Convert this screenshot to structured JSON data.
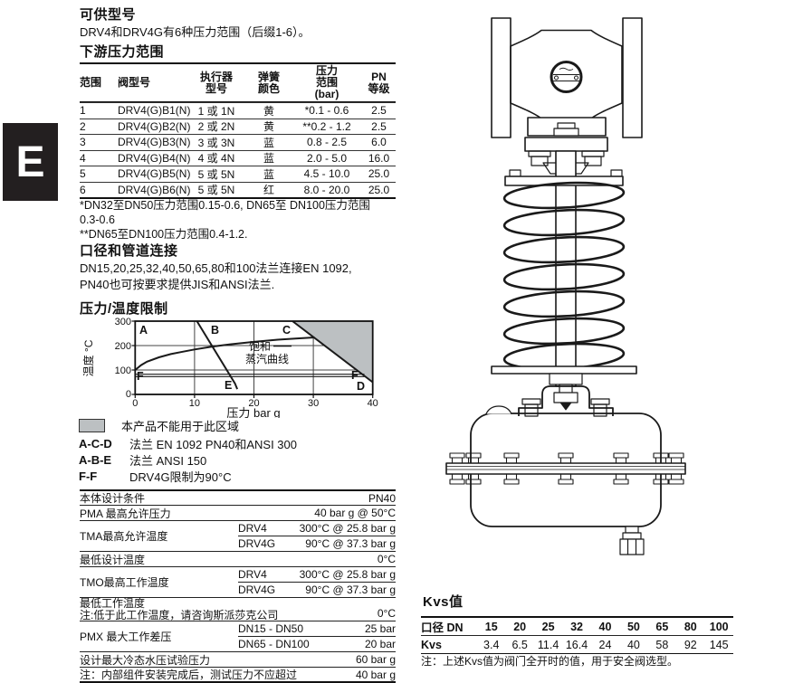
{
  "side_tab": {
    "label": "E"
  },
  "colors": {
    "shaded_gray": "#bcc0c2",
    "tab_bg": "#231f20",
    "line": "#1a1a1a"
  },
  "available_models": {
    "title": "可供型号",
    "body": "DRV4和DRV4G有6种压力范围（后缀1-6）。"
  },
  "downstream_pressure": {
    "title": "下游压力范围",
    "headers": [
      "范围",
      "阀型号",
      "执行器\n型号",
      "弹簧\n颜色",
      "压力\n范围\n(bar)",
      "PN\n等级"
    ],
    "rows": [
      [
        "1",
        "DRV4(G)B1(N)",
        "1 或 1N",
        "黄",
        "*0.1 - 0.6",
        "2.5"
      ],
      [
        "2",
        "DRV4(G)B2(N)",
        "2 或 2N",
        "黄",
        "**0.2 - 1.2",
        "2.5"
      ],
      [
        "3",
        "DRV4(G)B3(N)",
        "3 或 3N",
        "蓝",
        "0.8 - 2.5",
        "6.0"
      ],
      [
        "4",
        "DRV4(G)B4(N)",
        "4 或 4N",
        "蓝",
        "2.0 - 5.0",
        "16.0"
      ],
      [
        "5",
        "DRV4(G)B5(N)",
        "5 或 5N",
        "蓝",
        "4.5 - 10.0",
        "25.0"
      ],
      [
        "6",
        "DRV4(G)B6(N)",
        "5 或 5N",
        "红",
        "8.0 - 20.0",
        "25.0"
      ]
    ],
    "footnotes": [
      "*DN32至DN50压力范围0.15-0.6, DN65至 DN100压力范围\n0.3-0.6",
      "**DN65至DN100压力范围0.4-1.2."
    ]
  },
  "pipe_connections": {
    "title": "口径和管道连接",
    "body": "DN15,20,25,32,40,50,65,80和100法兰连接EN 1092,\nPN40也可按要求提供JIS和ANSI法兰."
  },
  "pt_limits": {
    "title": "压力/温度限制"
  },
  "chart_data": {
    "type": "line",
    "title": "压力/温度限制",
    "xlabel": "压力 bar g",
    "ylabel": "温度 °C",
    "xlim": [
      0,
      40
    ],
    "ylim": [
      0,
      300
    ],
    "xticks": [
      "0",
      "10",
      "20",
      "30",
      "40"
    ],
    "yticks": [
      "300",
      "200",
      "100",
      "0"
    ],
    "grid": true,
    "annotation_lines": [
      "饱和",
      "蒸汽曲线"
    ],
    "point_labels": [
      "A",
      "B",
      "C",
      "D",
      "E",
      "F",
      "F"
    ],
    "forbidden_region": [
      [
        26.5,
        300
      ],
      [
        40,
        300
      ],
      [
        40,
        50
      ]
    ],
    "series": [
      {
        "id": "saturated-steam-curve",
        "name": "饱和蒸汽曲线",
        "stroke_width": 2,
        "points": [
          [
            0,
            100
          ],
          [
            1,
            120
          ],
          [
            2,
            134
          ],
          [
            4,
            152
          ],
          [
            6,
            165
          ],
          [
            8,
            175
          ],
          [
            10,
            184
          ],
          [
            13,
            196
          ],
          [
            16,
            205
          ],
          [
            20,
            215
          ],
          [
            24,
            224
          ],
          [
            27,
            229
          ],
          [
            30.2,
            233.5
          ]
        ]
      },
      {
        "id": "ansi150-limit",
        "name": "A-B-E 法兰 ANSI 150",
        "stroke_width": 2,
        "points": [
          [
            10.4,
            300
          ],
          [
            16.8,
            45
          ],
          [
            17.2,
            22
          ]
        ]
      },
      {
        "id": "pn40-ansi300-limit",
        "name": "A-C-D 法兰 EN 1092 PN40和ANSI 300",
        "stroke_width": 2,
        "points": [
          [
            26.5,
            300
          ],
          [
            40,
            50
          ]
        ]
      },
      {
        "id": "drv4g-90c-limit",
        "name": "F-F DRV4G限制为90°C",
        "stroke_width": 1.2,
        "double": true,
        "points": [
          [
            0,
            90
          ],
          [
            38.6,
            90
          ]
        ]
      }
    ]
  },
  "legend": {
    "forbidden_label": "本产品不能用于此区域",
    "entries": [
      {
        "key": "A-C-D",
        "label": "法兰 EN 1092 PN40和ANSI 300"
      },
      {
        "key": "A-B-E",
        "label": "法兰 ANSI 150"
      },
      {
        "key": "F-F",
        "label": "DRV4G限制为90°C"
      }
    ]
  },
  "design_conditions": {
    "rows": [
      {
        "label": "本体设计条件",
        "value": "PN40"
      },
      {
        "label": "PMA 最高允许压力",
        "value": "40 bar g @ 50°C"
      },
      {
        "label": "TMA最高允许温度",
        "sub": [
          {
            "key": "DRV4",
            "value": "300°C @ 25.8 bar g"
          },
          {
            "key": "DRV4G",
            "value": "90°C @ 37.3 bar g"
          }
        ]
      },
      {
        "label": "最低设计温度",
        "value": "0°C"
      },
      {
        "label": "TMO最高工作温度",
        "sub": [
          {
            "key": "DRV4",
            "value": "300°C @ 25.8 bar g"
          },
          {
            "key": "DRV4G",
            "value": "90°C @ 37.3 bar g"
          }
        ]
      },
      {
        "label": "最低工作温度\n注:低于此工作温度，请咨询斯派莎克公司",
        "value": "0°C"
      },
      {
        "label": "PMX 最大工作差压",
        "sub": [
          {
            "key": "DN15 - DN50",
            "value": "25 bar"
          },
          {
            "key": "DN65 - DN100",
            "value": "20 bar"
          }
        ]
      },
      {
        "label": "设计最大冷态水压试验压力",
        "value": "60 bar g"
      },
      {
        "label": "注：内部组件安装完成后，测试压力不应超过",
        "value": "40 bar g"
      }
    ]
  },
  "kvs": {
    "title": "Kvs值",
    "dn_label": "口径 DN",
    "kvs_label": "Kvs",
    "sizes": [
      "15",
      "20",
      "25",
      "32",
      "40",
      "50",
      "65",
      "80",
      "100"
    ],
    "values": [
      "3.4",
      "6.5",
      "11.4",
      "16.4",
      "24",
      "40",
      "58",
      "92",
      "145"
    ],
    "note": "注：上述Kvs值为阀门全开时的值，用于安全阀选型。"
  }
}
